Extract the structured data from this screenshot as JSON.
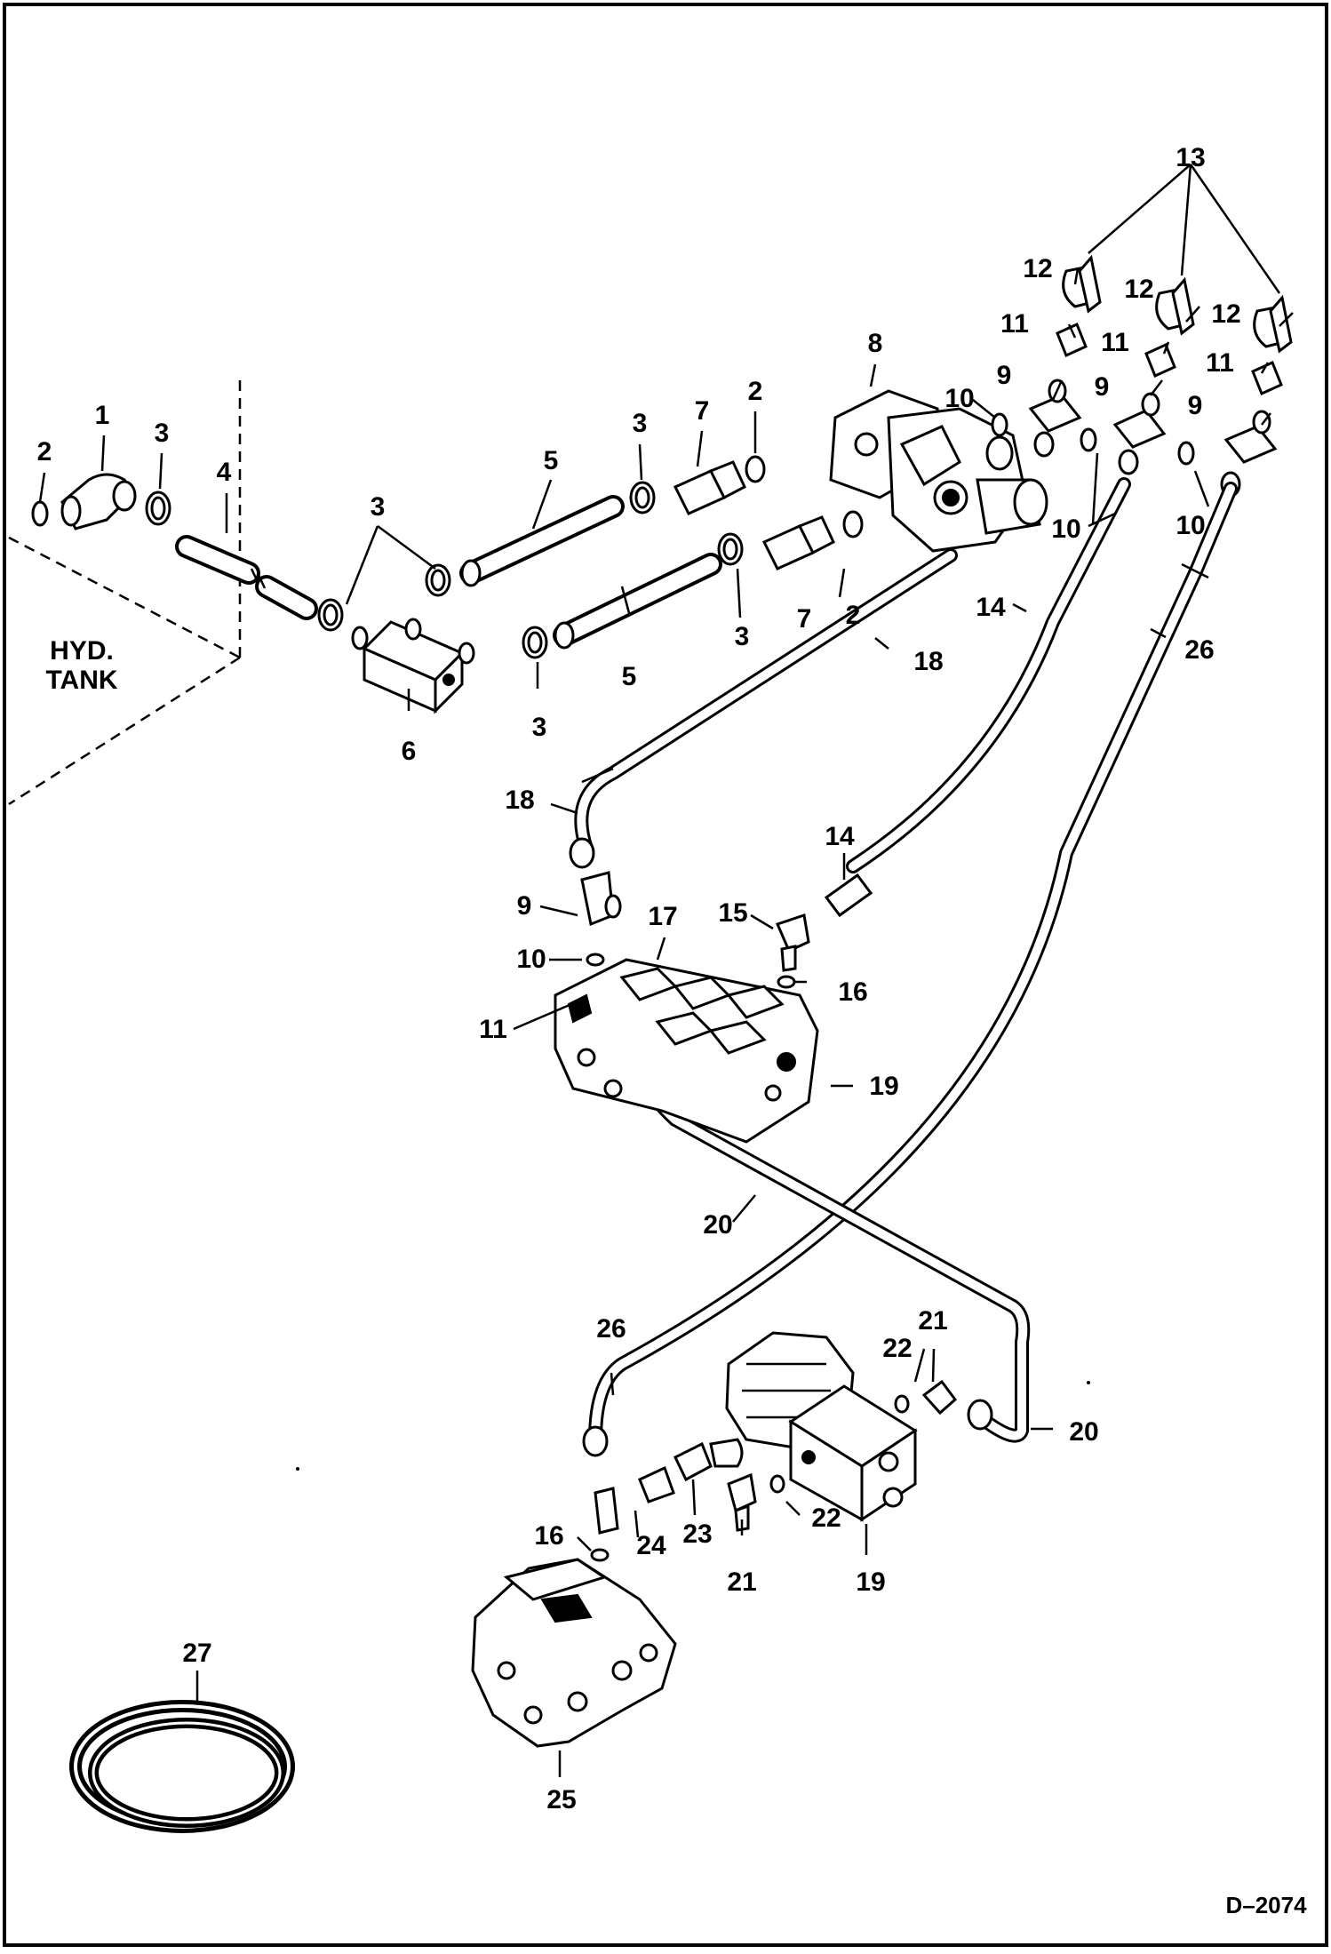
{
  "diagram": {
    "tank_label_line1": "HYD.",
    "tank_label_line2": "TANK",
    "drawing_id": "D–2074",
    "callouts": {
      "c1": "1",
      "c2a": "2",
      "c2b": "2",
      "c2c": "2",
      "c3a": "3",
      "c3b": "3",
      "c3c": "3",
      "c3d": "3",
      "c3e": "3",
      "c4": "4",
      "c5a": "5",
      "c5b": "5",
      "c6": "6",
      "c7a": "7",
      "c7b": "7",
      "c8": "8",
      "c9a": "9",
      "c9b": "9",
      "c9c": "9",
      "c9d": "9",
      "c10a": "10",
      "c10b": "10",
      "c10c": "10",
      "c10d": "10",
      "c11a": "11",
      "c11b": "11",
      "c11c": "11",
      "c11d": "11",
      "c12a": "12",
      "c12b": "12",
      "c12c": "12",
      "c13": "13",
      "c14a": "14",
      "c14b": "14",
      "c15": "15",
      "c16a": "16",
      "c16b": "16",
      "c17": "17",
      "c18a": "18",
      "c18b": "18",
      "c19a": "19",
      "c19b": "19",
      "c20a": "20",
      "c20b": "20",
      "c21a": "21",
      "c21b": "21",
      "c22a": "22",
      "c22b": "22",
      "c23": "23",
      "c24": "24",
      "c25": "25",
      "c26a": "26",
      "c26b": "26",
      "c27": "27"
    }
  }
}
